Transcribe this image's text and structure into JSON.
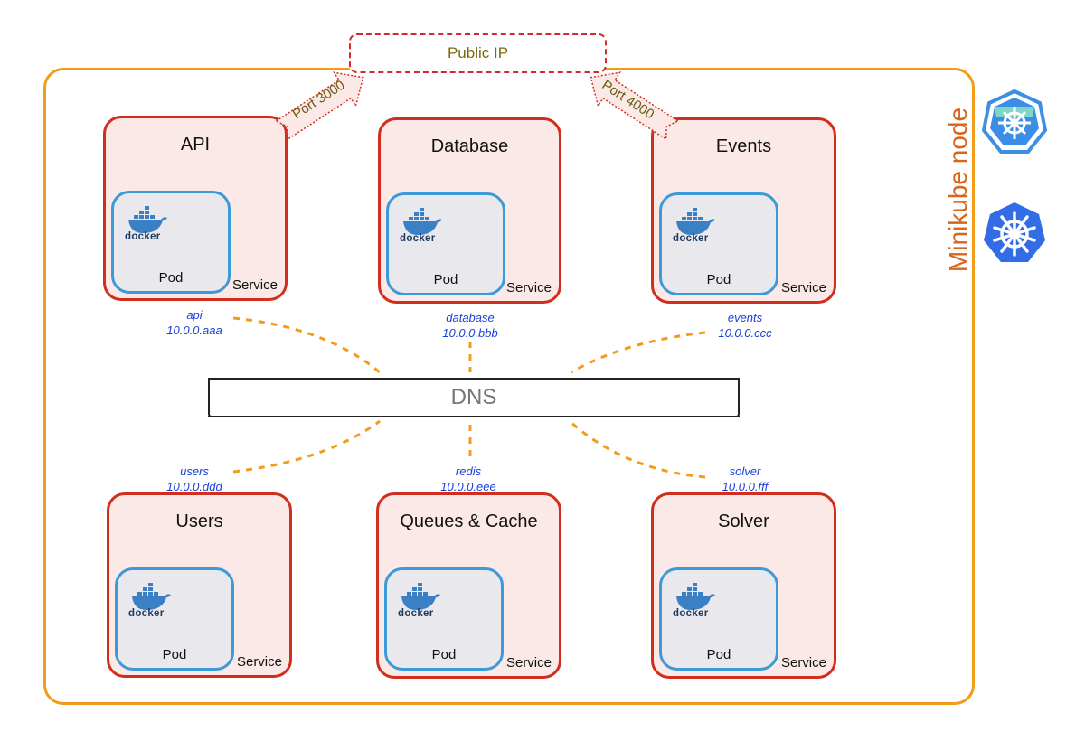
{
  "public_ip": {
    "label": "Public IP"
  },
  "node": {
    "label": "Minikube node"
  },
  "ports": {
    "left": "Port 3000",
    "right": "Port 4000"
  },
  "dns": {
    "label": "DNS"
  },
  "service_tag": "Service",
  "pod_label": "Pod",
  "docker_word": "docker",
  "services": [
    {
      "title": "API",
      "dns_name": "api",
      "ip": "10.0.0.aaa"
    },
    {
      "title": "Database",
      "dns_name": "database",
      "ip": "10.0.0.bbb"
    },
    {
      "title": "Events",
      "dns_name": "events",
      "ip": "10.0.0.ccc"
    },
    {
      "title": "Users",
      "dns_name": "users",
      "ip": "10.0.0.ddd"
    },
    {
      "title": "Queues & Cache",
      "dns_name": "redis",
      "ip": "10.0.0.eee"
    },
    {
      "title": "Solver",
      "dns_name": "solver",
      "ip": "10.0.0.fff"
    }
  ],
  "colors": {
    "node_border": "#f39c1a",
    "service_border": "#d22e1e",
    "service_fill": "#fbe9e7",
    "pod_border": "#3d9ad8",
    "link": "#f39c1a",
    "dns_text": "#1a3fd8"
  },
  "icons": {
    "minikube": "minikube-logo-icon",
    "kubernetes": "kubernetes-helm-icon",
    "docker": "docker-whale-icon"
  }
}
